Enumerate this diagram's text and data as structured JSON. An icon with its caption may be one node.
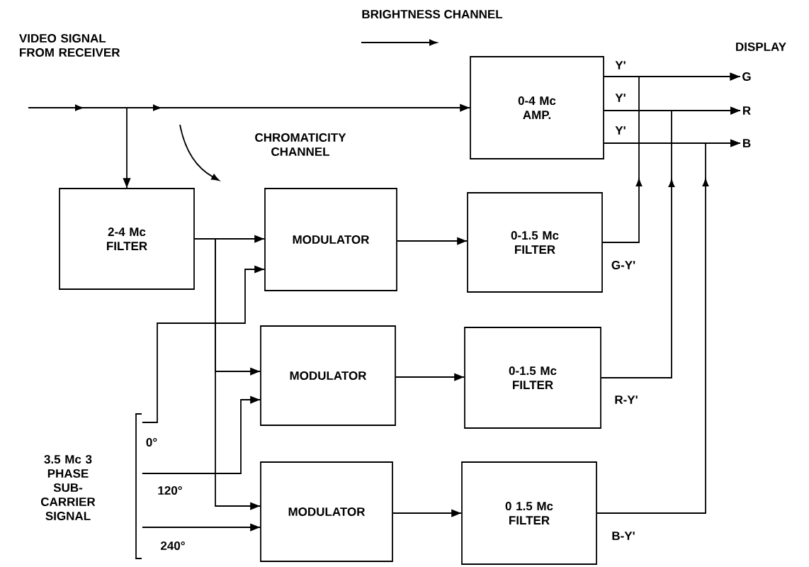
{
  "diagram": {
    "nodes": [
      {
        "text": [
          "0-4 Mc AMP."
        ]
      },
      {
        "text": [
          "2-4 Mc FILTER"
        ]
      },
      {
        "text": [
          "MODULATOR"
        ]
      },
      {
        "text": [
          "0-1.5 Mc FILTER"
        ]
      },
      {
        "text": [
          "MODULATOR"
        ]
      },
      {
        "text": [
          "0-1.5 Mc FILTER"
        ]
      },
      {
        "text": [
          "3.5 Mc 3 PHASE SUB-CARRIER SIGNAL"
        ]
      },
      {
        "text": [
          "MODULATOR"
        ]
      },
      {
        "text": [
          "0 1.5 Mc FILTER"
        ]
      },
      {
        "text": [
          "G"
        ]
      },
      {
        "text": [
          "R"
        ]
      },
      {
        "text": [
          "B"
        ]
      }
    ],
    "edges": [
      {
        "from": null,
        "to": 0,
        "arrow": "to"
      },
      {
        "from": null,
        "to": 1,
        "arrow": "to"
      },
      {
        "from": 1,
        "to": 2,
        "arrow": "to"
      },
      {
        "from": 1,
        "to": 4,
        "arrow": "to"
      },
      {
        "from": 1,
        "to": 7,
        "arrow": "to"
      },
      {
        "from": 6,
        "to": 2,
        "arrow": "to"
      },
      {
        "from": 6,
        "to": 4,
        "arrow": "to"
      },
      {
        "from": 6,
        "to": 7,
        "arrow": "to"
      },
      {
        "from": 2,
        "to": 3,
        "arrow": "to"
      },
      {
        "from": 4,
        "to": 5,
        "arrow": "to"
      },
      {
        "from": 7,
        "to": 8,
        "arrow": "to"
      },
      {
        "from": 0,
        "to": 9,
        "arrow": "to",
        "label": "Y'"
      },
      {
        "from": 0,
        "to": 10,
        "arrow": "to",
        "label": "Y'"
      },
      {
        "from": 0,
        "to": 11,
        "arrow": "to",
        "label": "Y'"
      },
      {
        "from": 3,
        "to": 9,
        "arrow": "to",
        "label": "G-Y'"
      },
      {
        "from": 5,
        "to": 10,
        "arrow": "to",
        "label": "R-Y'"
      },
      {
        "from": 8,
        "to": 11,
        "arrow": "to",
        "label": "B-Y'"
      }
    ],
    "labels": [
      "BRIGHTNESS CHANNEL",
      "VIDEO SIGNAL FROM RECEIVER",
      "DISPLAY",
      "CHROMATICITY CHANNEL",
      "0°",
      "120°",
      "240°"
    ]
  }
}
